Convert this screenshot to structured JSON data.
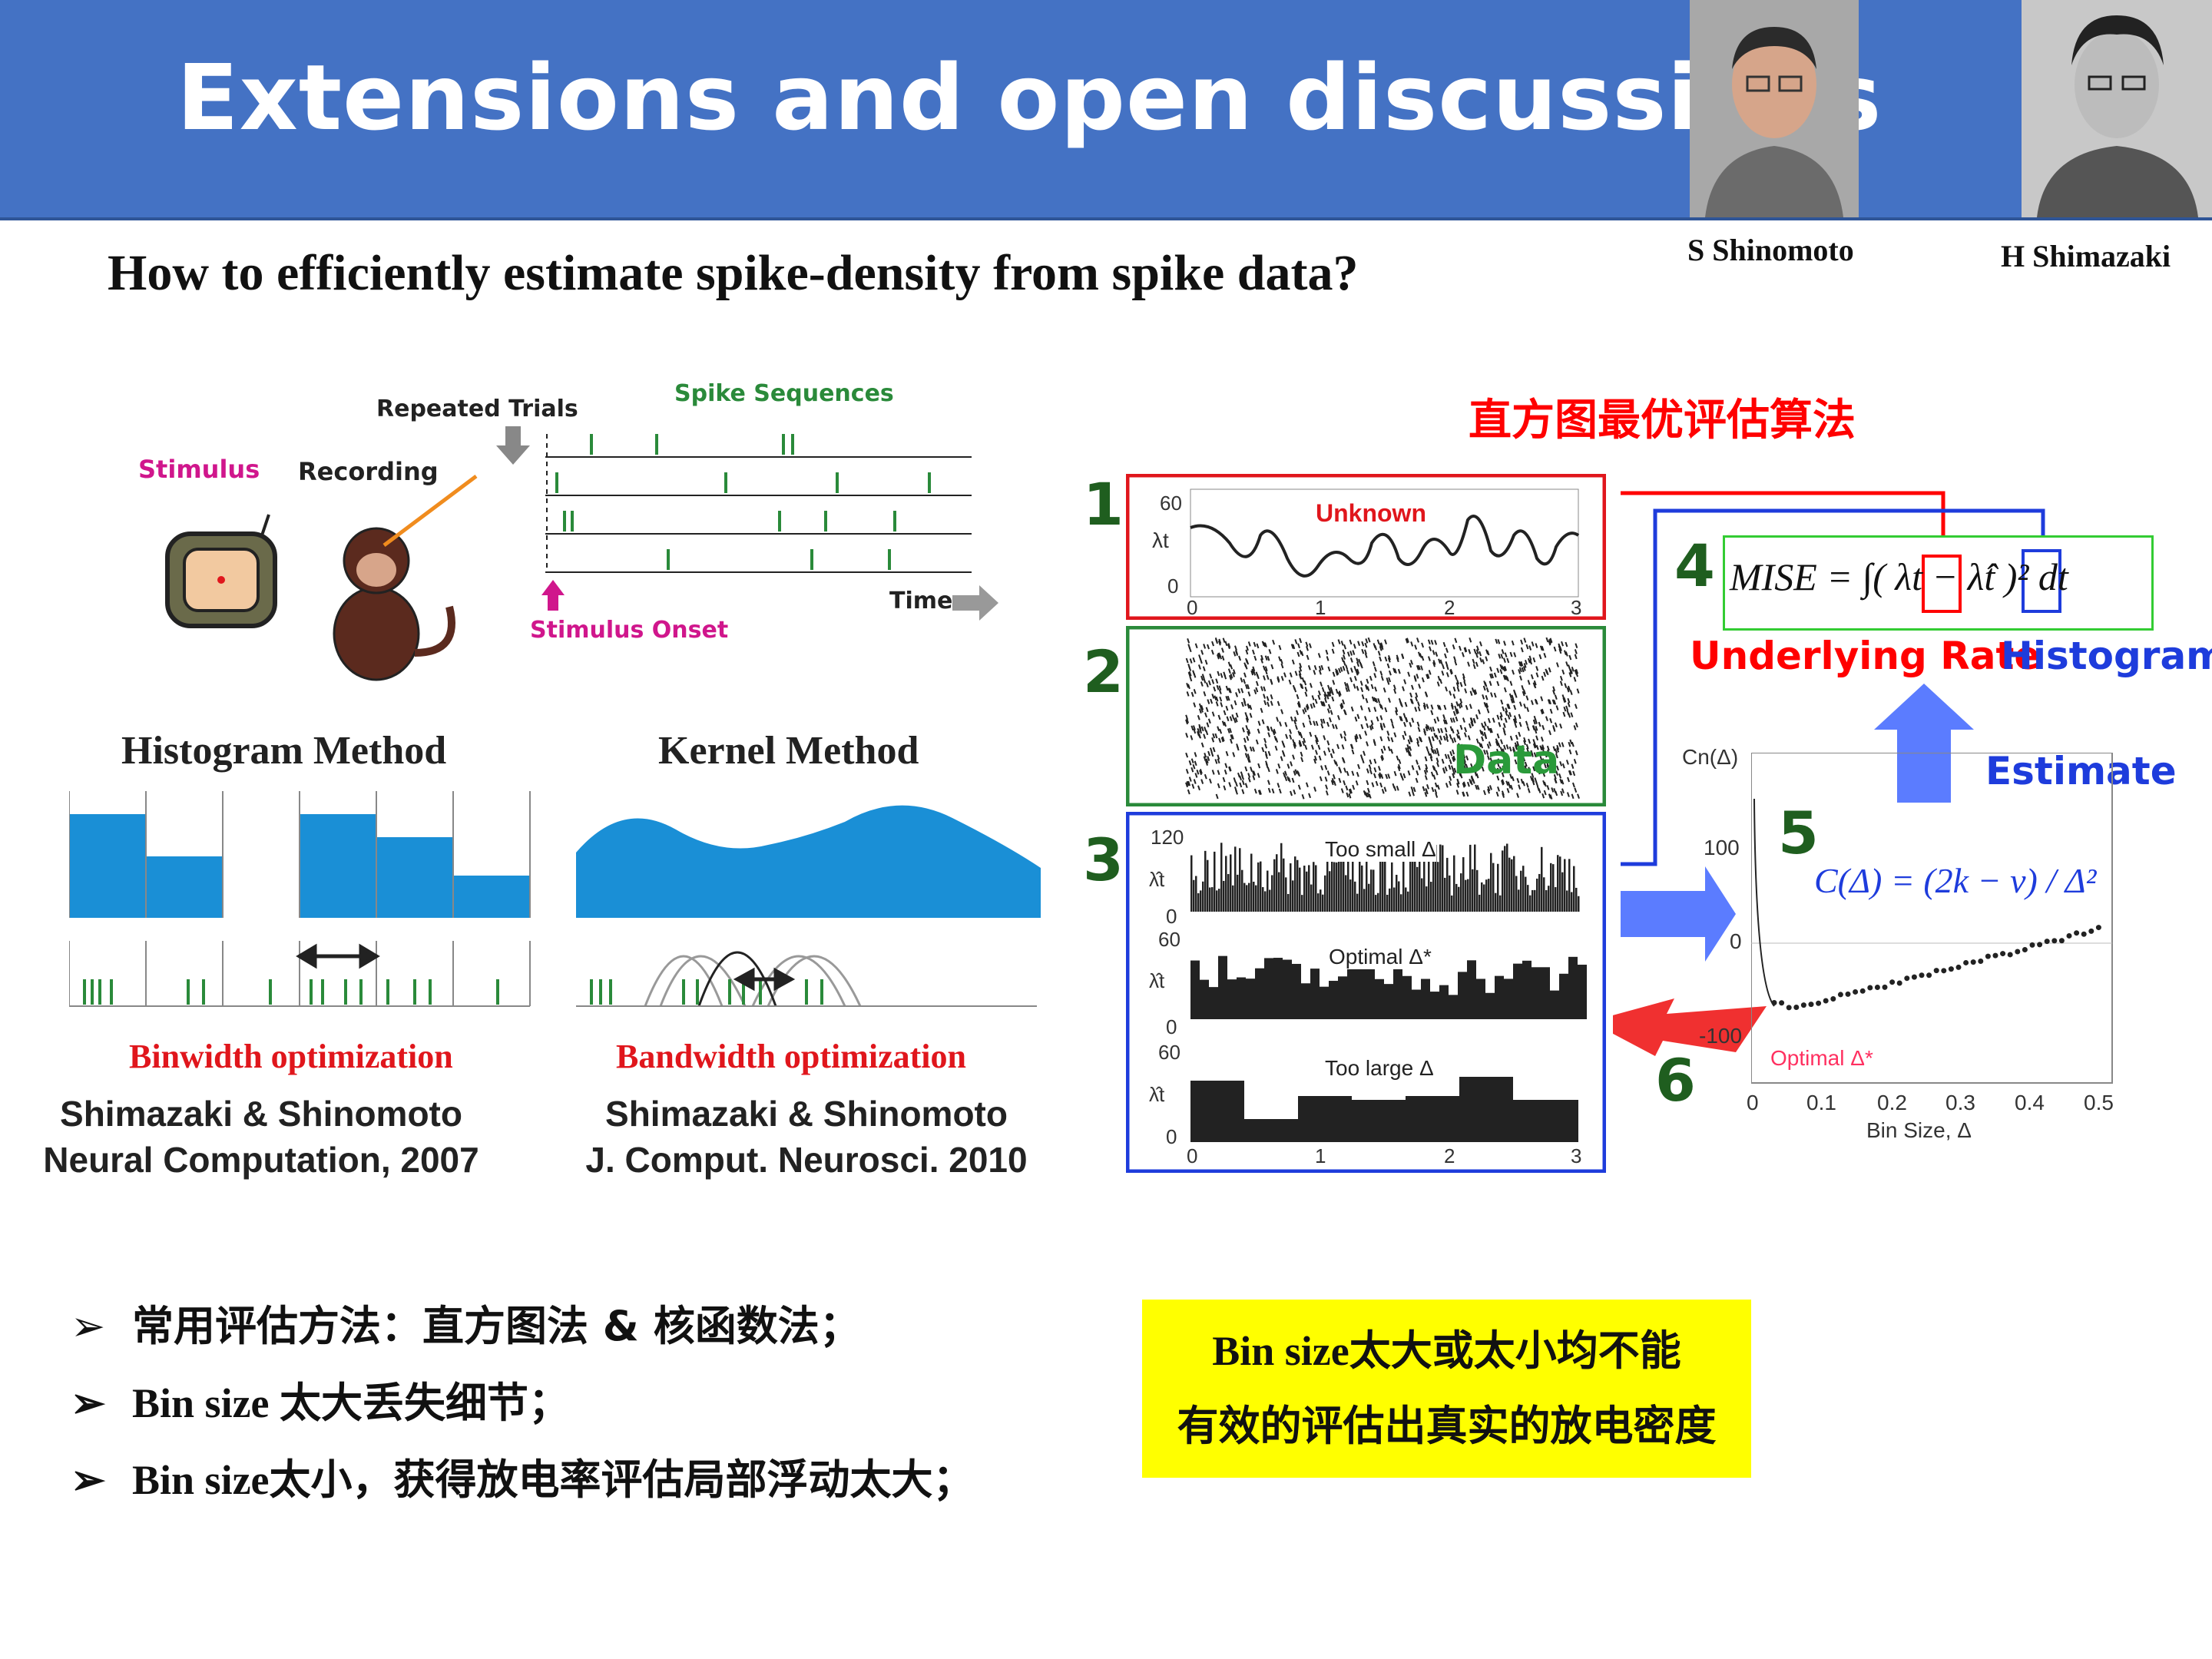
{
  "header": {
    "title": "Extensions and open discussions"
  },
  "people": [
    {
      "name": "S Shinomoto"
    },
    {
      "name": "H Shimazaki"
    }
  ],
  "subtitle": "How to efficiently estimate spike-density from spike data?",
  "experiment": {
    "stimulus": "Stimulus",
    "recording": "Recording",
    "repeated_trials": "Repeated Trials",
    "spike_sequences": "Spike Sequences",
    "time": "Time",
    "stimulus_onset": "Stimulus Onset"
  },
  "histogram_method": {
    "title": "Histogram Method",
    "optimization": "Binwidth optimization",
    "ref_line1": "Shimazaki & Shinomoto",
    "ref_line2": "Neural Computation, 2007"
  },
  "kernel_method": {
    "title": "Kernel Method",
    "optimization": "Bandwidth optimization",
    "ref_line1": "Shimazaki & Shinomoto",
    "ref_line2": "J. Comput. Neurosci. 2010"
  },
  "algorithm": {
    "title": "直方图最优评估算法",
    "steps": [
      "1",
      "2",
      "3",
      "4",
      "5",
      "6"
    ],
    "panel1": {
      "label": "Unknown",
      "ylabel": "λt",
      "yticks": [
        "60",
        "0"
      ],
      "xticks": [
        "0",
        "1",
        "2",
        "3"
      ]
    },
    "panel2": {
      "label": "Data"
    },
    "panel3": {
      "sub1": {
        "label": "Too small Δ",
        "yticks": [
          "120",
          "0"
        ]
      },
      "sub2": {
        "label": "Optimal Δ*",
        "yticks": [
          "60",
          "0"
        ]
      },
      "sub3": {
        "label": "Too large Δ",
        "yticks": [
          "60",
          "0"
        ]
      },
      "ylabel": "λ̂t",
      "xticks": [
        "0",
        "1",
        "2",
        "3"
      ]
    },
    "mise": "MISE = ∫( λt − λ̂t )² dt",
    "underlying_rate": "Underlying Rate",
    "histogram": "Histogram",
    "estimate": "Estimate",
    "cost_formula": "C(Δ) = (2k − v) / Δ²",
    "cost_plot": {
      "ylabel": "Cn(Δ)",
      "yticks": [
        "100",
        "0",
        "-100"
      ],
      "xlabel": "Bin Size, Δ",
      "xticks": [
        "0",
        "0.1",
        "0.2",
        "0.3",
        "0.4",
        "0.5"
      ],
      "optimal_label": "Optimal Δ*"
    }
  },
  "bullets": [
    {
      "marker": "➢",
      "text": "常用评估方法：直方图法 & 核函数法；"
    },
    {
      "marker": "➢",
      "text": "Bin size 太大丢失细节；"
    },
    {
      "marker": "➢",
      "text": "Bin size太小，获得放电率评估局部浮动太大；"
    }
  ],
  "highlight": {
    "line1": "Bin size太大或太小均不能",
    "line2": "有效的评估出真实的放电密度"
  },
  "colors": {
    "header": "#4472c4",
    "accent_red": "#ff0000",
    "accent_blue": "#1e3cdc",
    "bar_blue": "#1a8fd6"
  }
}
